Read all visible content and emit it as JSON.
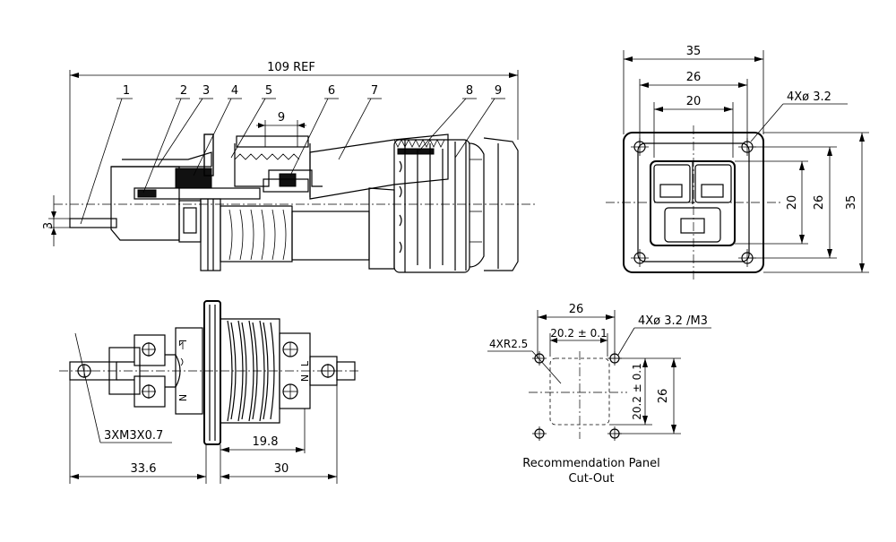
{
  "top_view": {
    "overall_dim": "109 REF",
    "pin_offset_dim": "3",
    "small_dim": "9",
    "callouts": [
      "1",
      "2",
      "3",
      "4",
      "5",
      "6",
      "7",
      "8",
      "9"
    ]
  },
  "end_view": {
    "width_outer": "35",
    "width_mid": "26",
    "width_inner": "20",
    "height_inner": "20",
    "height_mid": "26",
    "height_outer": "35",
    "hole_note": "4Xø 3.2"
  },
  "bottom_view": {
    "screw_note": "3XM3X0.7",
    "dim_left": "33.6",
    "dim_mid": "19.8",
    "dim_right": "30",
    "label_l": "L",
    "label_n": "N"
  },
  "panel_cutout": {
    "width": "26",
    "width_tol": "20.2 ± 0.1",
    "height_tol": "20.2 ± 0.1",
    "height": "26",
    "radius_note": "4XR2.5",
    "hole_note": "4Xø 3.2 /M3",
    "title_line1": "Recommendation Panel",
    "title_line2": "Cut-Out"
  }
}
